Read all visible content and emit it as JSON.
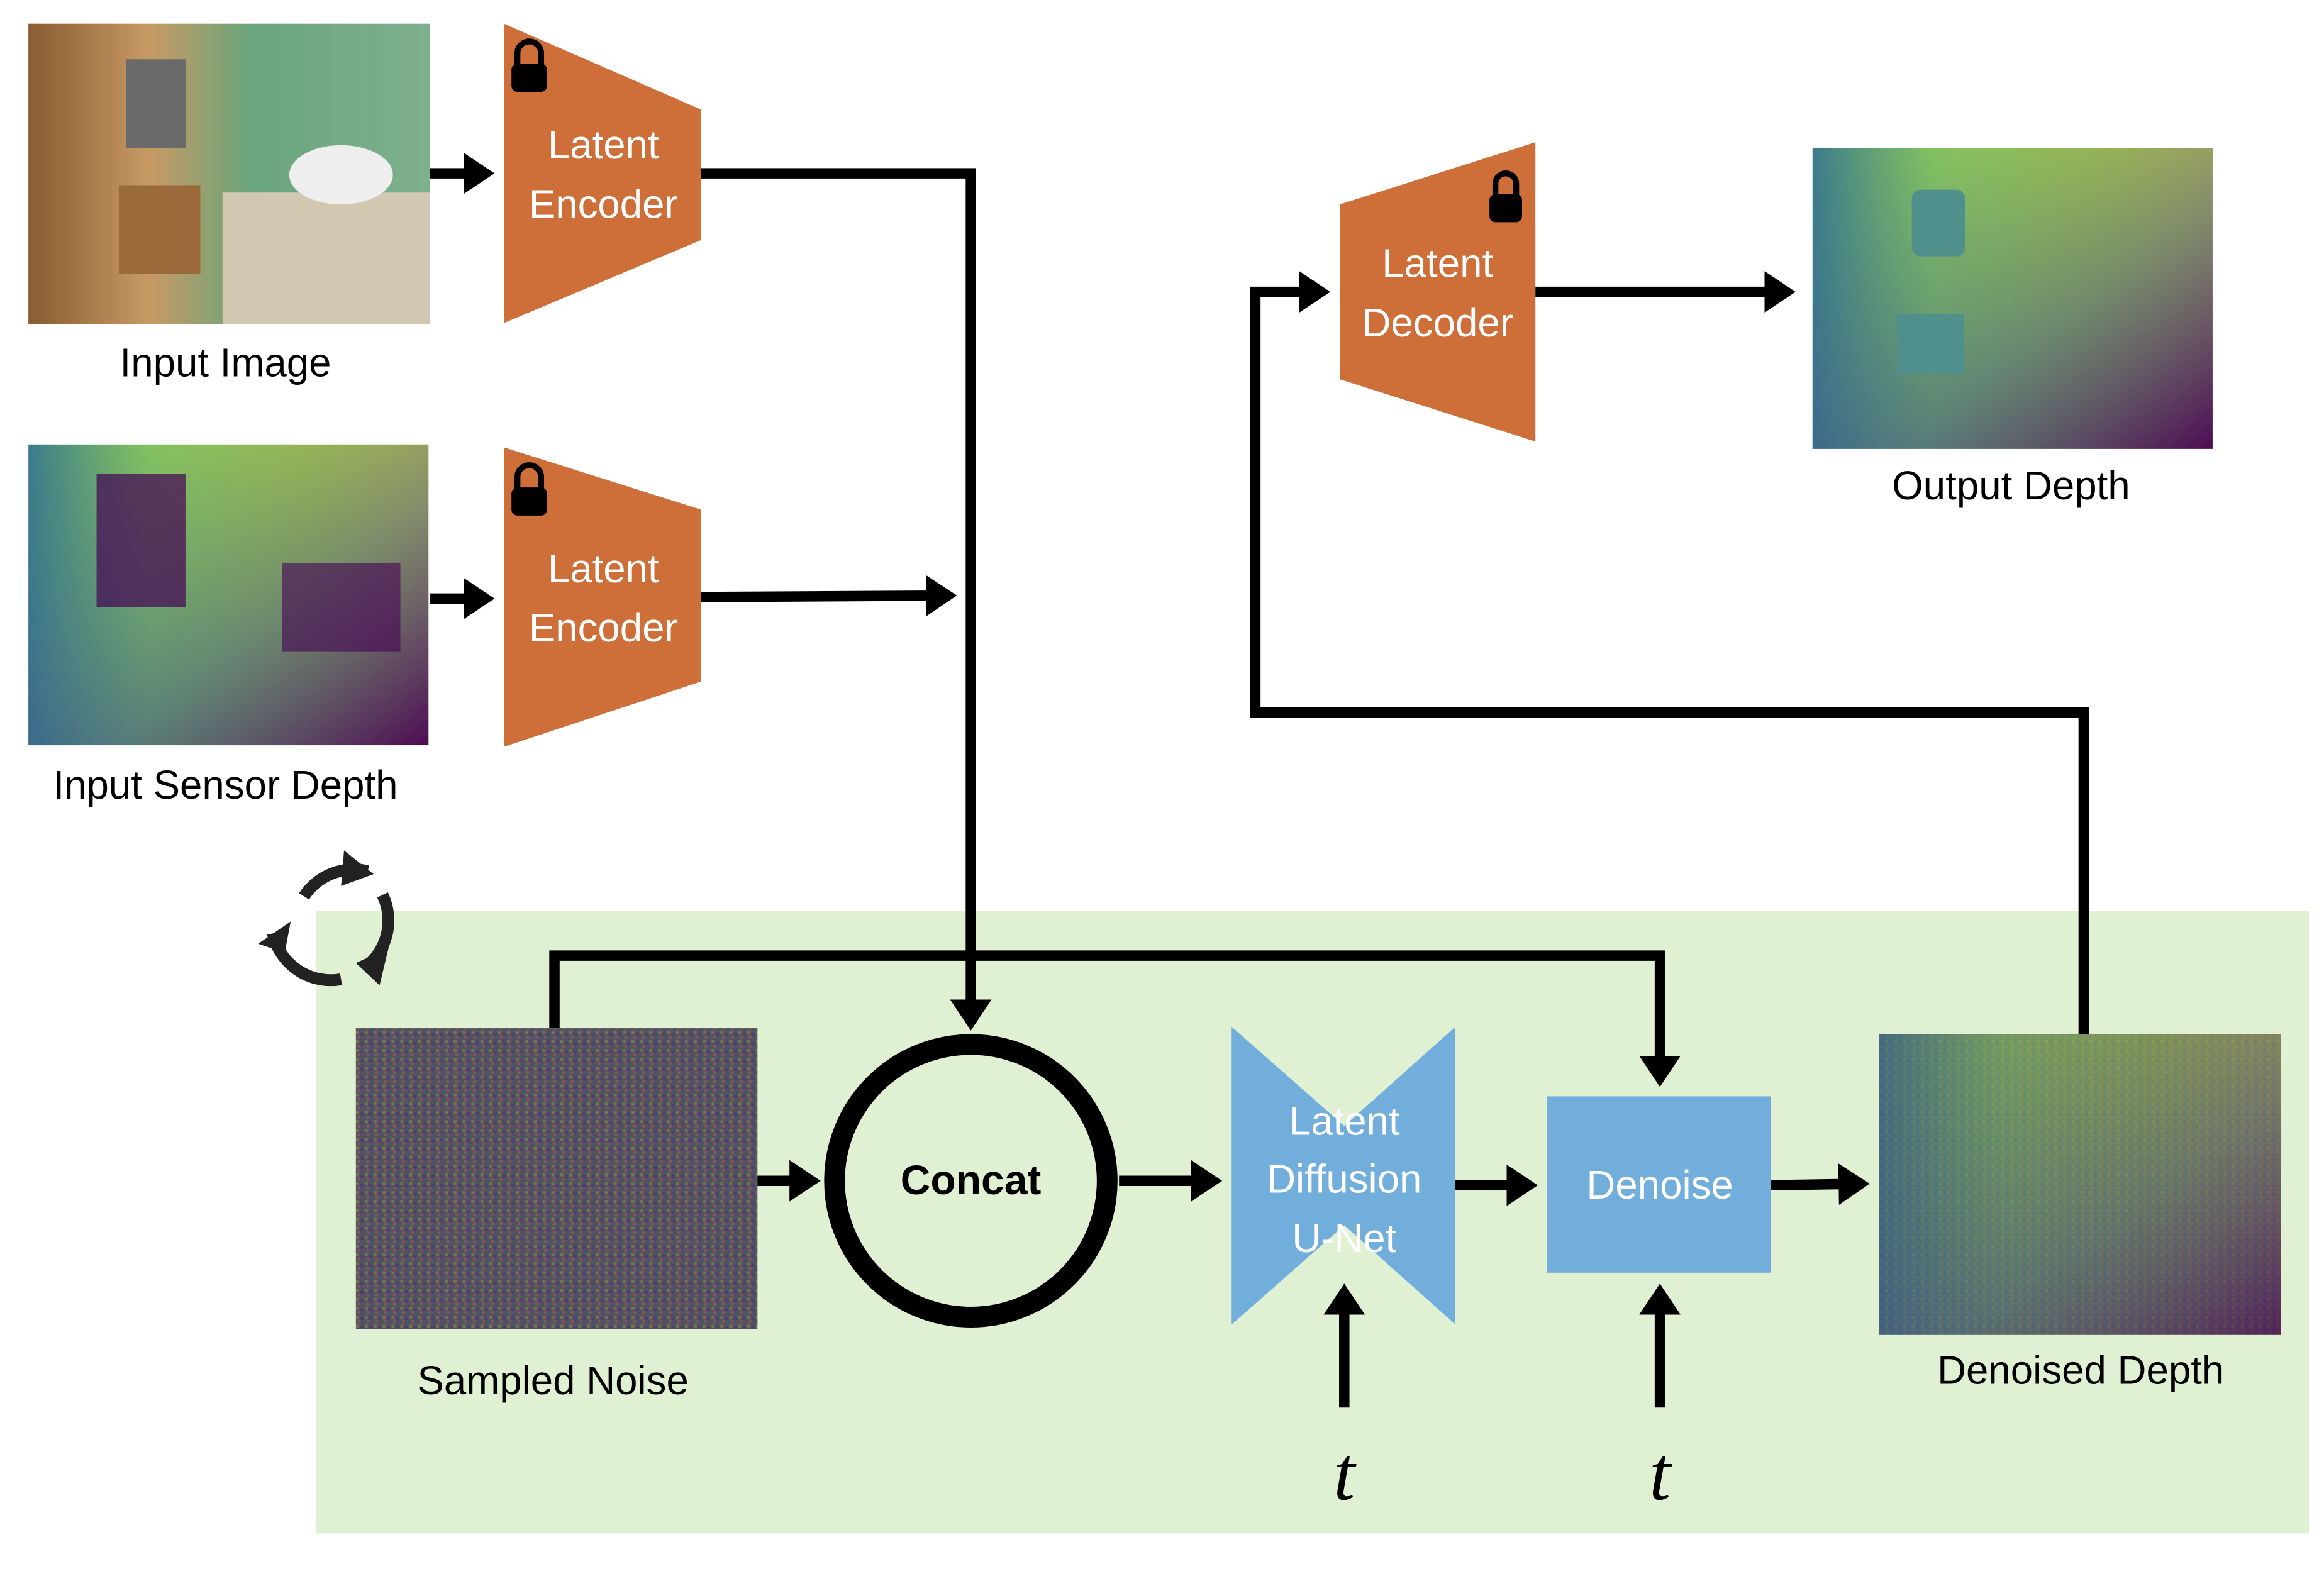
{
  "colors": {
    "encoder": "#CE6F3A",
    "unet": "#72AEDC",
    "loop_bg": "#E0F0D2",
    "arrow": "#000000"
  },
  "inputs": {
    "image_label": "Input Image",
    "sensor_label": "Input Sensor Depth"
  },
  "encoders": [
    {
      "line1": "Latent",
      "line2": "Encoder",
      "locked": true
    },
    {
      "line1": "Latent",
      "line2": "Encoder",
      "locked": true
    }
  ],
  "decoder": {
    "line1": "Latent",
    "line2": "Decoder",
    "locked": true
  },
  "output": {
    "label": "Output Depth"
  },
  "loop": {
    "icon": "cycle-icon",
    "noise_label": "Sampled Noise",
    "concat_label": "Concat",
    "unet": {
      "line1": "Latent",
      "line2": "Diffusion",
      "line3": "U-Net"
    },
    "denoise_label": "Denoise",
    "denoised_label": "Denoised Depth",
    "timestep_1": "t",
    "timestep_2": "t"
  }
}
